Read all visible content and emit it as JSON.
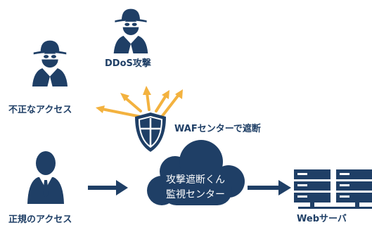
{
  "labels": {
    "ddos": "DDoS攻撃",
    "fusei": "不正なアクセス",
    "waf": "WAFセンターで遮断",
    "seiki": "正規のアクセス",
    "web": "Webサーバ",
    "cloud_line1": "攻撃遮断くん",
    "cloud_line2": "監視センター"
  },
  "icons": {
    "attacker_top": "hacker-icon",
    "attacker_left": "hacker-icon",
    "user": "business-person-icon",
    "waf": "shield-icon",
    "cloud": "cloud-icon",
    "server": "server-rack-icon"
  },
  "colors": {
    "navy": "#1f3f66",
    "arrow_blocked": "#f3b23f",
    "white": "#ffffff"
  }
}
